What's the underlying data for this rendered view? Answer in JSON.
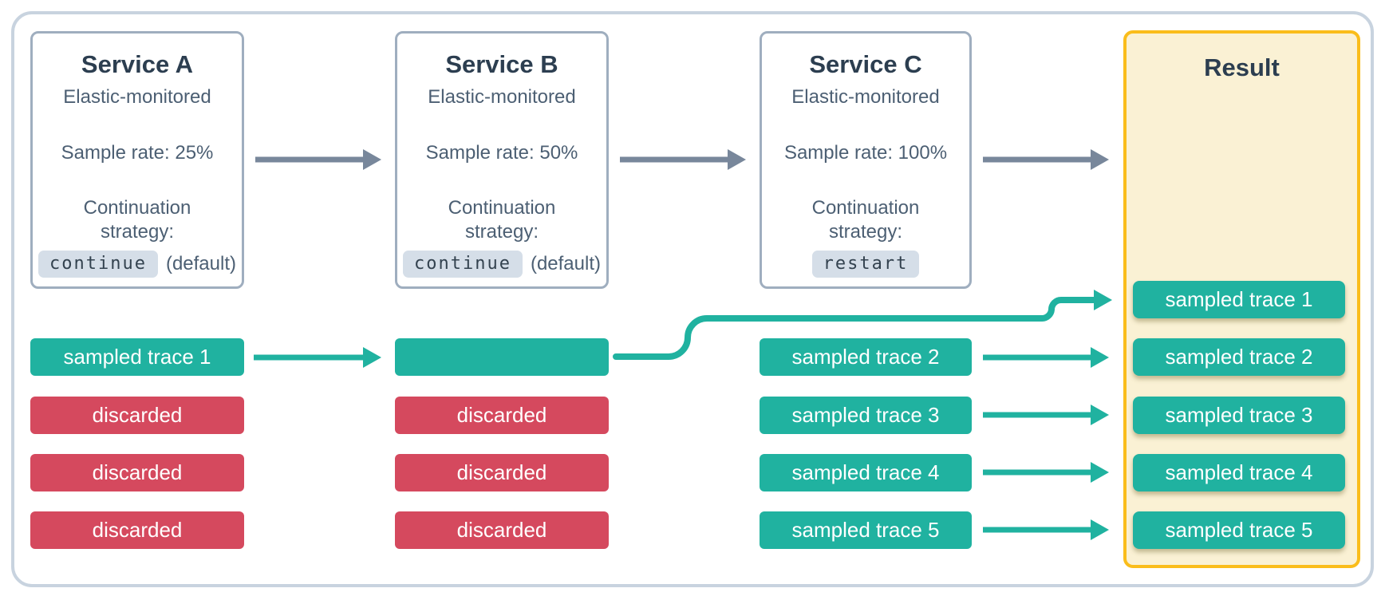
{
  "colors": {
    "teal": "#20B2A0",
    "rose": "#D5495E",
    "arrow_gray": "#78879B",
    "gold_border": "#FABD1B",
    "cream_bg": "#FAF1D4",
    "title_navy": "#2C3E50",
    "body_text": "#4C5F73",
    "frame_border": "#C8D3DF",
    "service_border": "#9FAEBF",
    "code_chip_bg": "#D5DEE8"
  },
  "services": [
    {
      "title": "Service A",
      "monitoring": "Elastic-monitored",
      "sample_rate": "Sample rate: 25%",
      "strategy_label": "Continuation strategy:",
      "strategy_value": "continue",
      "strategy_note": "(default)"
    },
    {
      "title": "Service B",
      "monitoring": "Elastic-monitored",
      "sample_rate": "Sample rate: 50%",
      "strategy_label": "Continuation strategy:",
      "strategy_value": "continue",
      "strategy_note": "(default)"
    },
    {
      "title": "Service C",
      "monitoring": "Elastic-monitored",
      "sample_rate": "Sample rate: 100%",
      "strategy_label": "Continuation strategy:",
      "strategy_value": "restart",
      "strategy_note": ""
    }
  ],
  "traces": {
    "service_a": [
      {
        "label": "sampled trace 1",
        "status": "sampled"
      },
      {
        "label": "discarded",
        "status": "discarded"
      },
      {
        "label": "discarded",
        "status": "discarded"
      },
      {
        "label": "discarded",
        "status": "discarded"
      }
    ],
    "service_b": [
      {
        "label": "",
        "status": "sampled"
      },
      {
        "label": "discarded",
        "status": "discarded"
      },
      {
        "label": "discarded",
        "status": "discarded"
      },
      {
        "label": "discarded",
        "status": "discarded"
      }
    ],
    "service_c": [
      {
        "label": "sampled trace 2",
        "status": "sampled"
      },
      {
        "label": "sampled trace 3",
        "status": "sampled"
      },
      {
        "label": "sampled trace 4",
        "status": "sampled"
      },
      {
        "label": "sampled trace 5",
        "status": "sampled"
      }
    ]
  },
  "result": {
    "title": "Result",
    "rows": [
      "sampled trace 1",
      "sampled trace 2",
      "sampled trace 3",
      "sampled trace 4",
      "sampled trace 5"
    ]
  }
}
